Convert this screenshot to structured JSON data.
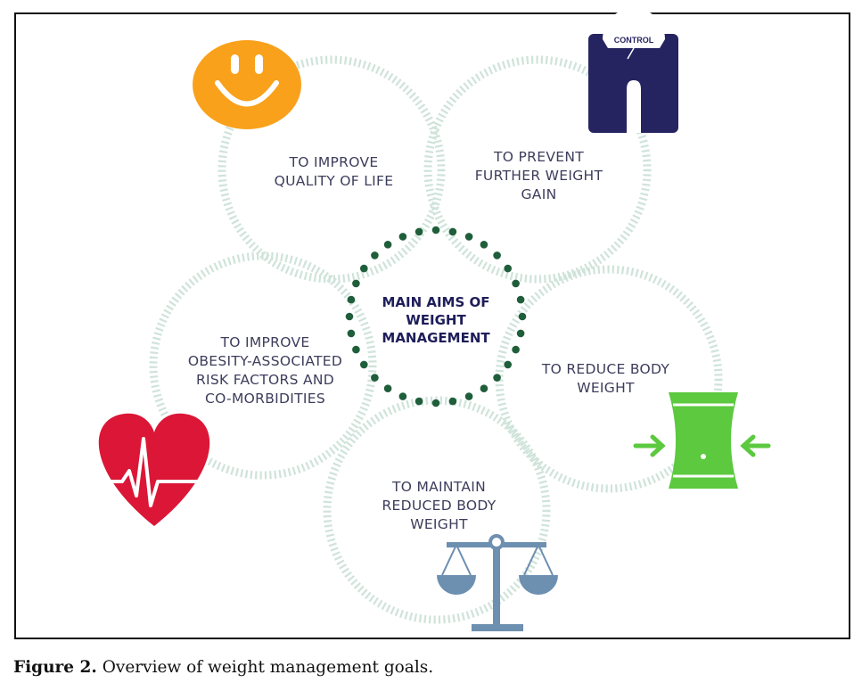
{
  "center": {
    "label": "MAIN AIMS OF\nWEIGHT\nMANAGEMENT"
  },
  "goals": [
    {
      "id": "quality",
      "label": "TO IMPROVE\nQUALITY OF LIFE",
      "icon": "smiley-icon"
    },
    {
      "id": "prevent",
      "label": "TO PREVENT\nFURTHER WEIGHT\nGAIN",
      "icon": "weighing-scale-icon"
    },
    {
      "id": "reduce",
      "label": "TO REDUCE BODY\nWEIGHT",
      "icon": "waist-icon"
    },
    {
      "id": "maintain",
      "label": "TO MAINTAIN\nREDUCED BODY\nWEIGHT",
      "icon": "balance-scale-icon"
    },
    {
      "id": "risk",
      "label": "TO IMPROVE\nOBESITY-ASSOCIATED\nRISK FACTORS AND\nCO-MORBIDITIES",
      "icon": "heart-pulse-icon"
    }
  ],
  "scale_text": "CONTROL",
  "caption": {
    "prefix": "Figure 2.",
    "text": " Overview of weight management goals."
  },
  "colors": {
    "ring": "#cfe3da",
    "center_dots": "#1f5e3a",
    "smiley": "#f9a11b",
    "scale": "#262460",
    "waist": "#5cc93f",
    "balance": "#6d8fb0",
    "heart": "#dc1636",
    "label_text": "#3d3d5c"
  }
}
